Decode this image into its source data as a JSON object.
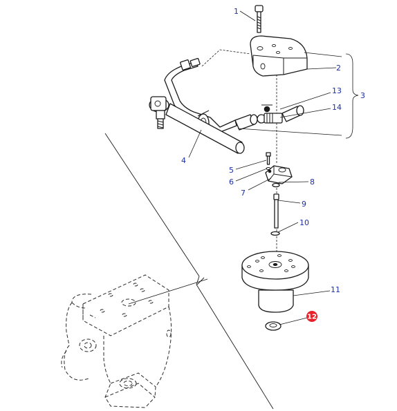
{
  "diagram": {
    "callouts": [
      {
        "id": "c1",
        "label": "1"
      },
      {
        "id": "c2",
        "label": "2"
      },
      {
        "id": "c3",
        "label": "3"
      },
      {
        "id": "c4",
        "label": "4"
      },
      {
        "id": "c5",
        "label": "5"
      },
      {
        "id": "c6",
        "label": "6"
      },
      {
        "id": "c7",
        "label": "7"
      },
      {
        "id": "c8",
        "label": "8"
      },
      {
        "id": "c9",
        "label": "9"
      },
      {
        "id": "c10",
        "label": "10"
      },
      {
        "id": "c11",
        "label": "11"
      },
      {
        "id": "c12",
        "label": "12"
      },
      {
        "id": "c13",
        "label": "13"
      },
      {
        "id": "c14",
        "label": "14"
      }
    ],
    "colors": {
      "callout_text": "#1a2fa8",
      "highlight_marker": "#e8202a",
      "linework": "#1a1a1a"
    },
    "highlighted_callout": "12"
  }
}
